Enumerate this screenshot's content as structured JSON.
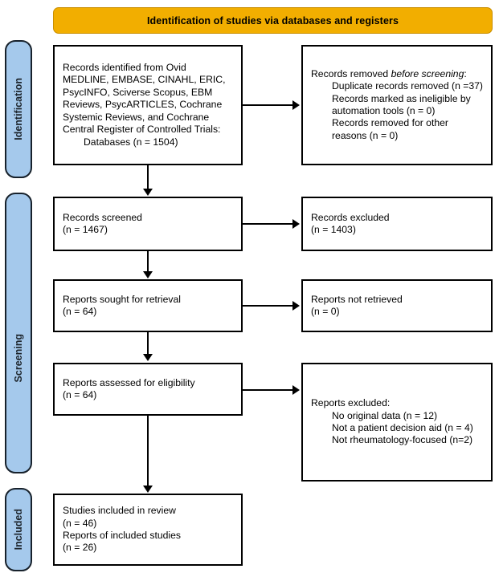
{
  "header": {
    "title": "Identification of studies via databases and registers",
    "accent_color": "#F2AE00"
  },
  "stages": {
    "color": "#A5C9EC",
    "identification": "Identification",
    "screening": "Screening",
    "included": "Included"
  },
  "boxes": {
    "identified": {
      "name": "records-identified",
      "line1": "Records identified from Ovid MEDLINE, EMBASE, CINAHL, ERIC, PsycINFO, Sciverse Scopus, EBM Reviews, PsycARTICLES, Cochrane Systemic Reviews, and Cochrane Central Register of Controlled Trials:",
      "line2": "Databases (n = 1504)"
    },
    "removed": {
      "name": "records-removed-before-screening",
      "title_plain": "Records removed ",
      "title_italic": "before screening",
      "title_colon": ":",
      "item1": "Duplicate records removed (n =37)",
      "item2": "Records marked as ineligible by automation tools (n = 0)",
      "item3": "Records removed for other reasons (n = 0)"
    },
    "screened": {
      "name": "records-screened",
      "line1": "Records screened",
      "line2": "(n = 1467)"
    },
    "excluded_records": {
      "name": "records-excluded",
      "line1": "Records excluded",
      "line2": "(n = 1403)"
    },
    "sought": {
      "name": "reports-sought-for-retrieval",
      "line1": "Reports sought for retrieval",
      "line2": "(n = 64)"
    },
    "not_retrieved": {
      "name": "reports-not-retrieved",
      "line1": "Reports not retrieved",
      "line2": "(n = 0)"
    },
    "assessed": {
      "name": "reports-assessed-for-eligibility",
      "line1": "Reports assessed for eligibility",
      "line2": "(n = 64)"
    },
    "excluded_reports": {
      "name": "reports-excluded",
      "title": "Reports excluded:",
      "item1": "No original data (n = 12)",
      "item2": "Not a patient decision aid (n = 4)",
      "item3": "Not rheumatology-focused (n=2)"
    },
    "included": {
      "name": "studies-included-in-review",
      "line1": "Studies included in review",
      "line2": "(n = 46)",
      "line3": "Reports of included studies",
      "line4": "(n = 26)"
    }
  },
  "chart_data": {
    "type": "diagram",
    "title": "Identification of studies via databases and registers",
    "nodes": [
      {
        "id": "identified",
        "stage": "Identification",
        "label": "Records identified from databases",
        "n": 1504
      },
      {
        "id": "removed",
        "stage": "Identification",
        "label": "Records removed before screening",
        "duplicates": 37,
        "ineligible_by_automation": 0,
        "other_reasons": 0
      },
      {
        "id": "screened",
        "stage": "Screening",
        "label": "Records screened",
        "n": 1467
      },
      {
        "id": "excluded_records",
        "stage": "Screening",
        "label": "Records excluded",
        "n": 1403
      },
      {
        "id": "sought",
        "stage": "Screening",
        "label": "Reports sought for retrieval",
        "n": 64
      },
      {
        "id": "not_retrieved",
        "stage": "Screening",
        "label": "Reports not retrieved",
        "n": 0
      },
      {
        "id": "assessed",
        "stage": "Screening",
        "label": "Reports assessed for eligibility",
        "n": 64
      },
      {
        "id": "excluded_reports",
        "stage": "Screening",
        "label": "Reports excluded",
        "no_original_data": 12,
        "not_a_patient_decision_aid": 4,
        "not_rheumatology_focused": 2
      },
      {
        "id": "included",
        "stage": "Included",
        "label": "Studies included in review",
        "studies": 46,
        "reports": 26
      }
    ],
    "edges": [
      {
        "from": "identified",
        "to": "removed"
      },
      {
        "from": "identified",
        "to": "screened"
      },
      {
        "from": "screened",
        "to": "excluded_records"
      },
      {
        "from": "screened",
        "to": "sought"
      },
      {
        "from": "sought",
        "to": "not_retrieved"
      },
      {
        "from": "sought",
        "to": "assessed"
      },
      {
        "from": "assessed",
        "to": "excluded_reports"
      },
      {
        "from": "assessed",
        "to": "included"
      }
    ]
  }
}
